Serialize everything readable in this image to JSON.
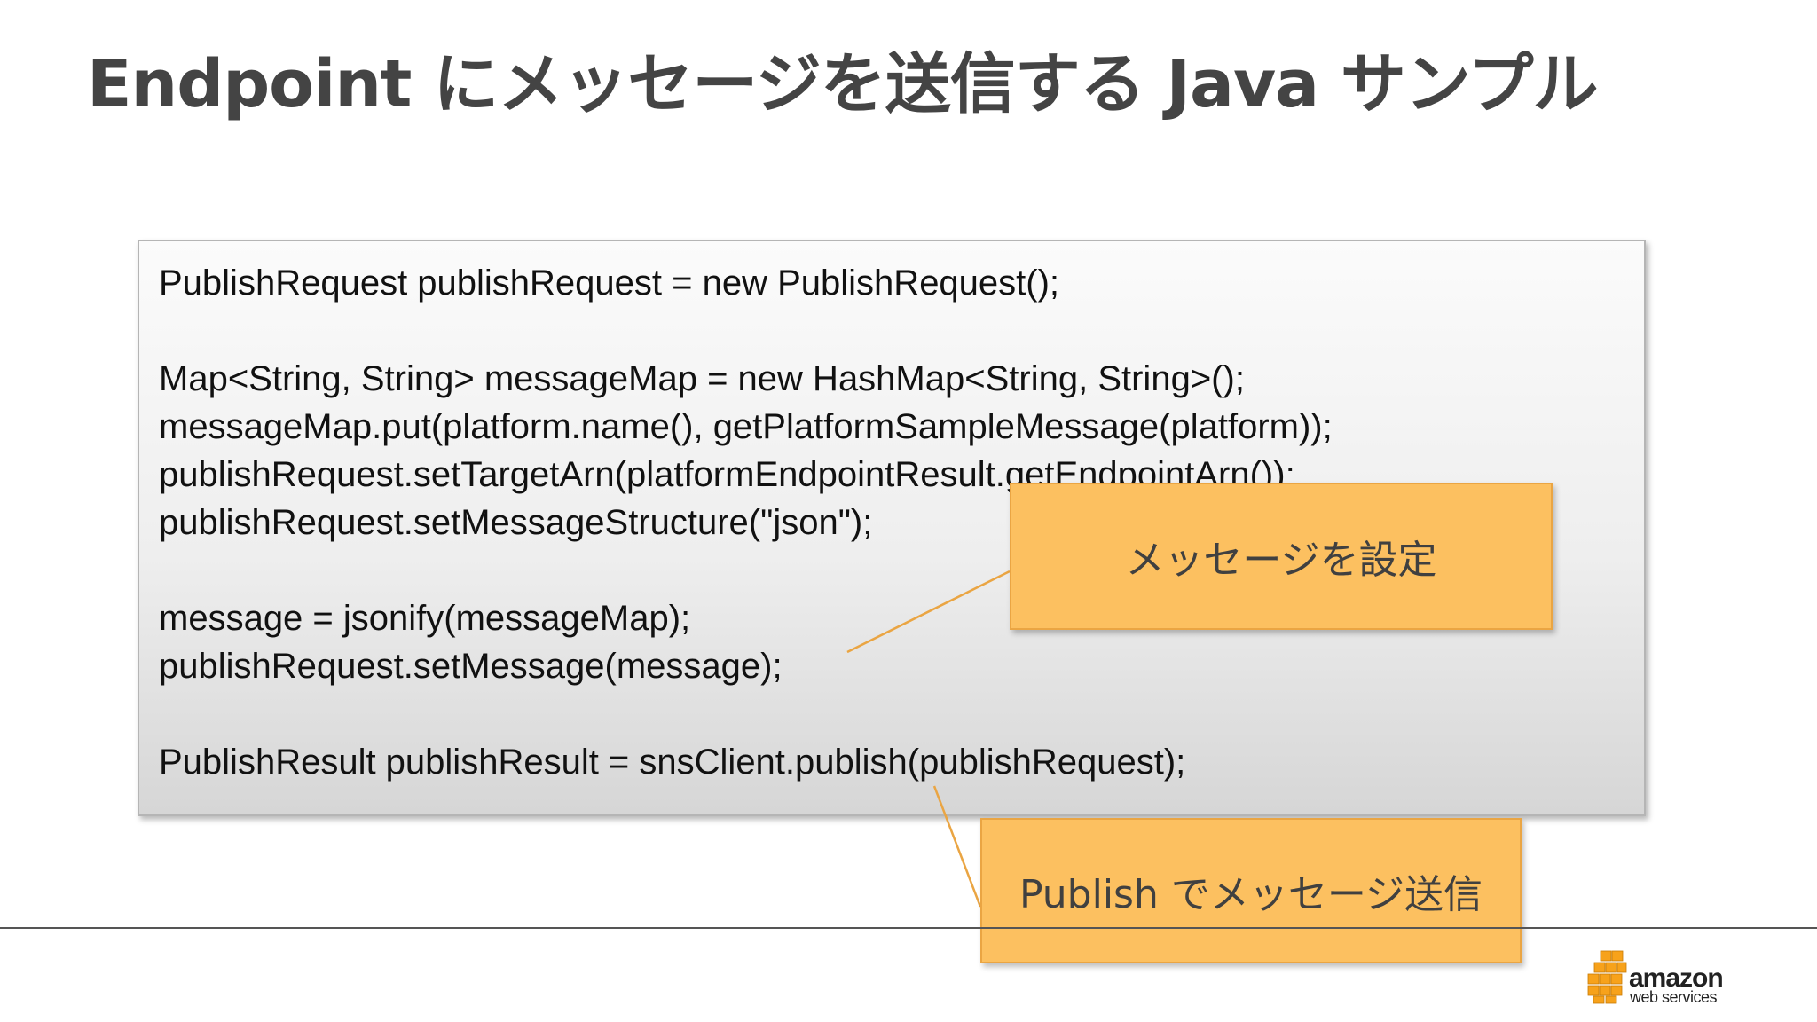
{
  "slide": {
    "title": "Endpoint にメッセージを送信する Java サンプル"
  },
  "code": {
    "lines": [
      "PublishRequest publishRequest = new PublishRequest();",
      "Map<String, String> messageMap = new HashMap<String, String>();",
      "messageMap.put(platform.name(), getPlatformSampleMessage(platform));",
      "publishRequest.setTargetArn(platformEndpointResult.getEndpointArn());",
      "publishRequest.setMessageStructure(\"json\");",
      "message = jsonify(messageMap);",
      "publishRequest.setMessage(message);",
      "PublishResult publishResult = snsClient.publish(publishRequest);"
    ]
  },
  "callouts": {
    "set_message": "メッセージを設定",
    "publish_message": "Publish でメッセージ送信"
  },
  "logo": {
    "word": "amazon",
    "sub": "web services"
  },
  "colors": {
    "callout_fill": "#fcc060",
    "callout_border": "#eaa543",
    "title_text": "#444444",
    "logo_orange": "#f7a21b"
  }
}
